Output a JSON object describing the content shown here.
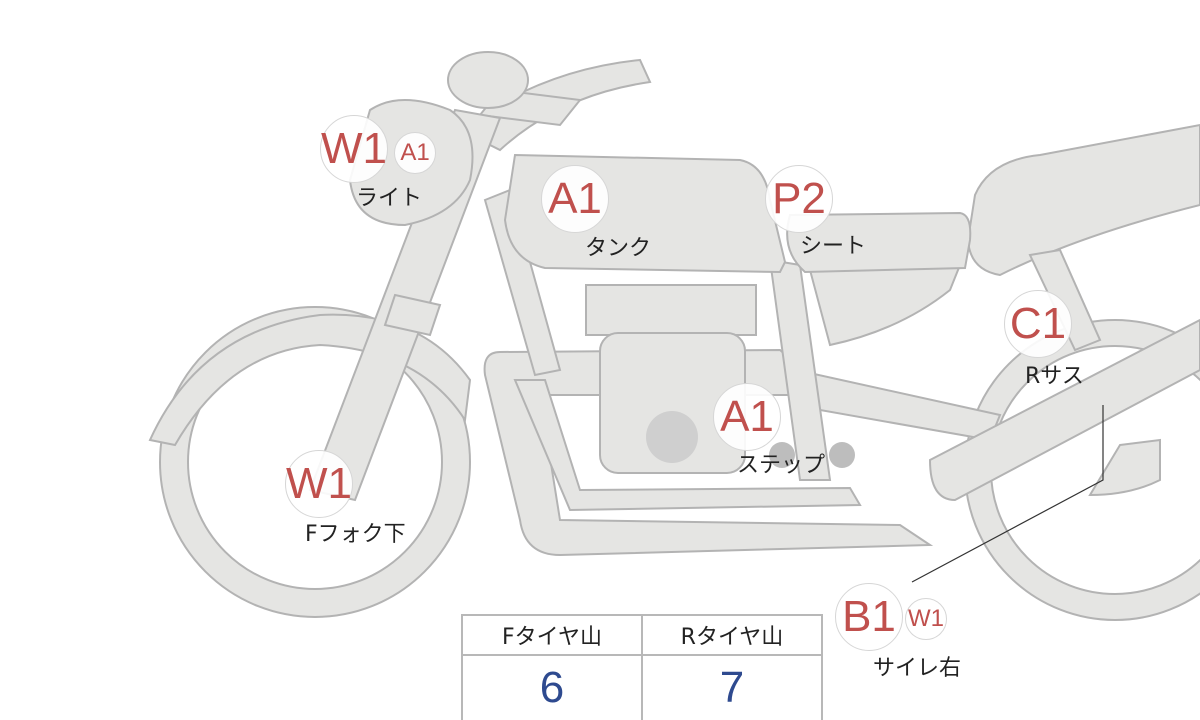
{
  "parts": {
    "light": {
      "label": "ライト",
      "codes": [
        "W1",
        "A1"
      ]
    },
    "tank": {
      "label": "タンク",
      "codes": [
        "A1"
      ]
    },
    "seat": {
      "label": "シート",
      "codes": [
        "P2"
      ]
    },
    "rear_suspension": {
      "label": "Rサス",
      "codes": [
        "C1"
      ]
    },
    "step": {
      "label": "ステップ",
      "codes": [
        "A1"
      ]
    },
    "front_fork_lower": {
      "label": "Fフォク下",
      "codes": [
        "W1"
      ]
    },
    "muffler_right": {
      "label": "サイレ右",
      "codes": [
        "B1",
        "W1"
      ]
    }
  },
  "tire_table": {
    "headers": [
      "Fタイヤ山",
      "Rタイヤ山"
    ],
    "values": [
      "6",
      "7"
    ]
  },
  "colors": {
    "code": "#c0504d",
    "value": "#2e4a8f",
    "body": "#e5e5e3"
  }
}
